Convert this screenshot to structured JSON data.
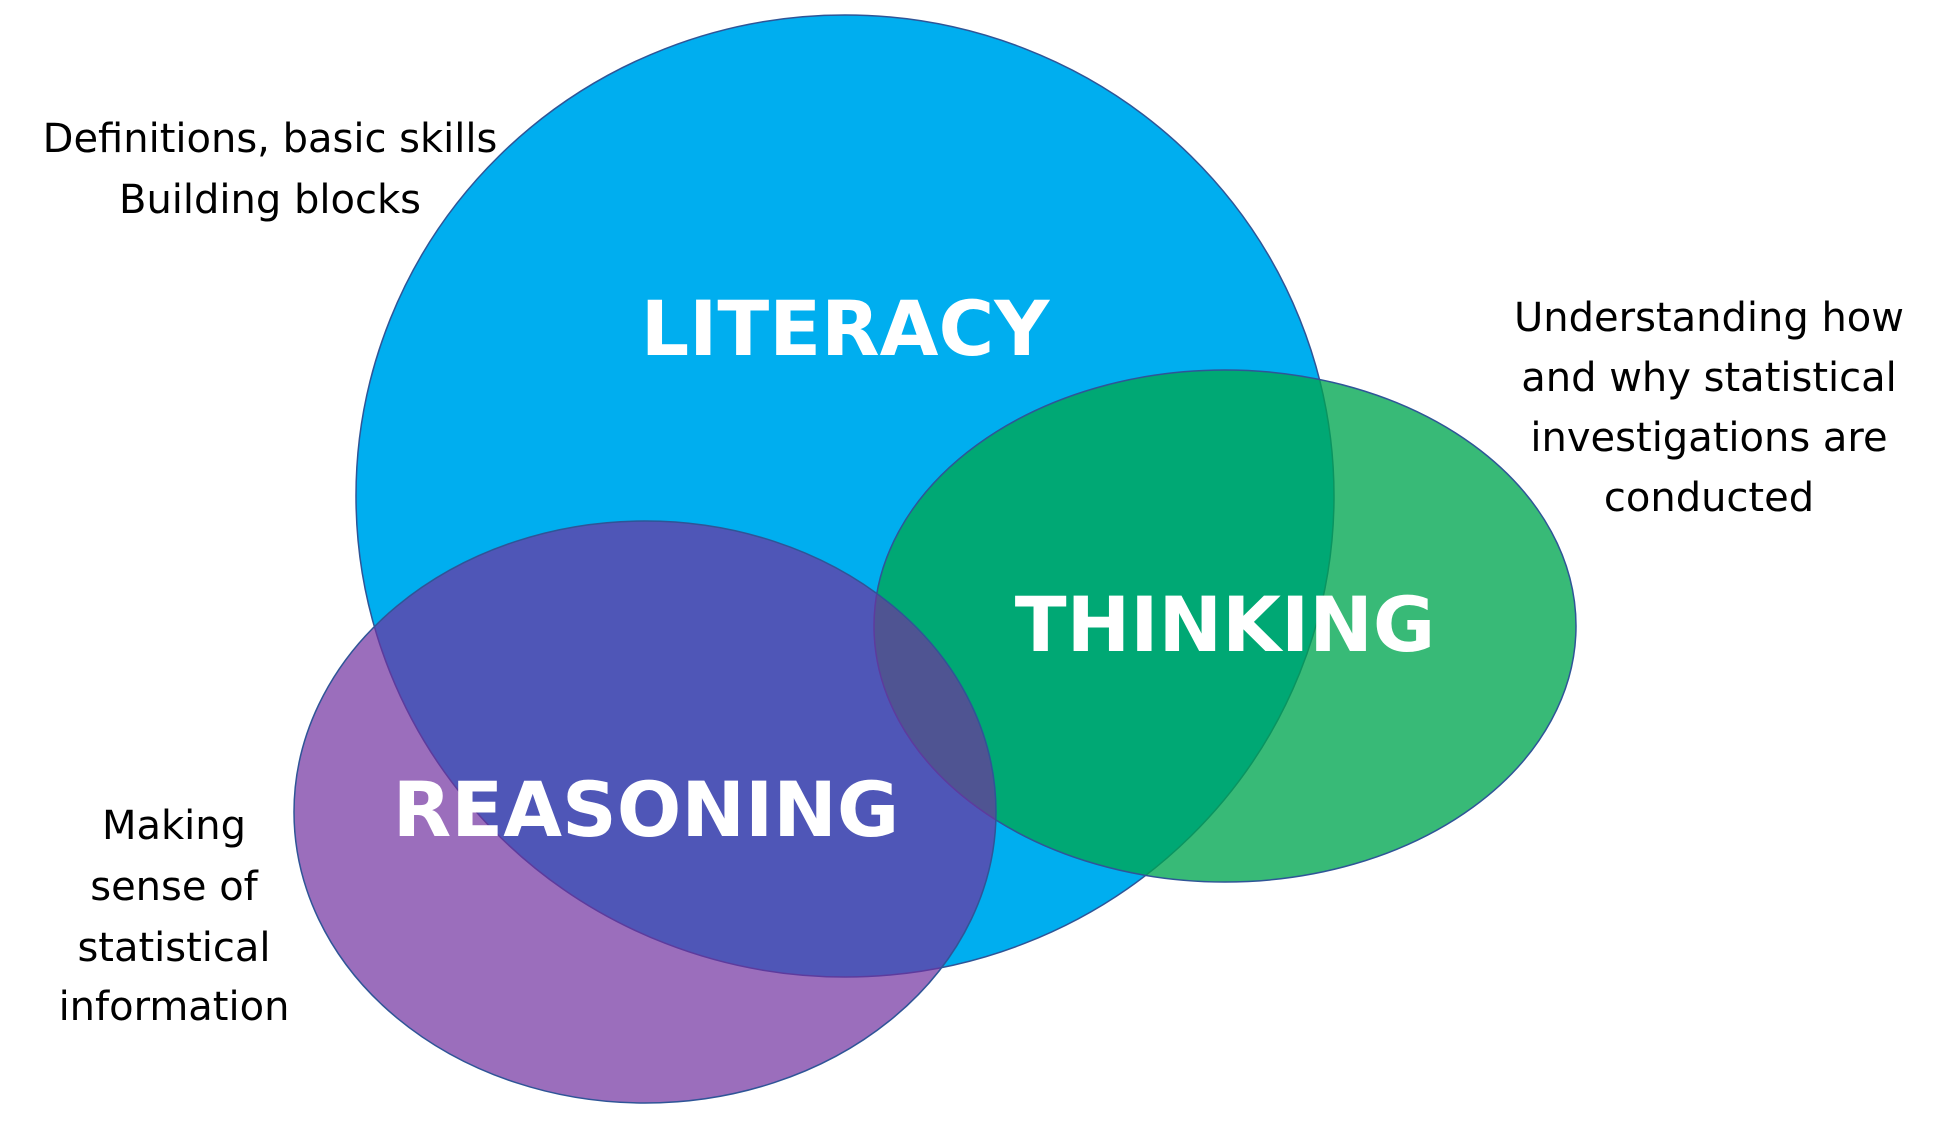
{
  "sets": [
    {
      "key": "literacy",
      "label": "LITERACY",
      "color": "#00AEEF",
      "opacity": 1
    },
    {
      "key": "thinking",
      "label": "THINKING",
      "color": "#00A651",
      "opacity": 0.78
    },
    {
      "key": "reasoning",
      "label": "REASONING",
      "color": "#7030A0",
      "opacity": 0.7
    }
  ],
  "annotations": {
    "literacy": [
      "Definitions, basic skills",
      "Building blocks"
    ],
    "thinking": [
      "Understanding how",
      "and why statistical",
      "investigations are",
      "conducted"
    ],
    "reasoning": [
      "Making",
      "sense of",
      "statistical",
      "information"
    ]
  },
  "outline_color": "#2F5597"
}
